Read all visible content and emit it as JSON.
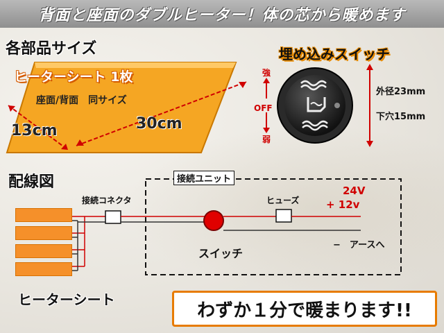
{
  "banner": {
    "text": "背面と座面のダブルヒーター！体の芯から暖めます"
  },
  "parts": {
    "title": "各部品サイズ",
    "sheet_name": "ヒーターシート 1枚",
    "sheet_note": "座面/背面　同サイズ",
    "width_label": "13cm",
    "length_label": "30cm"
  },
  "switch": {
    "title": "埋め込みスイッチ",
    "strong": "強",
    "off": "OFF",
    "weak": "弱",
    "outer_diameter": "外径23mm",
    "hole": "下穴15mm"
  },
  "wiring": {
    "title": "配線図",
    "connector": "接続コネクタ",
    "unit_title": "接続ユニット",
    "fuse": "ヒューズ",
    "v24": "24V",
    "v12": "+ 12v",
    "ground": "−　アースへ",
    "switch_label": "スイッチ",
    "sheet_label": "ヒーターシート"
  },
  "footer": {
    "text": "わずか１分で暖まります!!"
  },
  "colors": {
    "accent": "#f5902a",
    "wire_red": "#d00000",
    "switch_red": "#e00000"
  }
}
